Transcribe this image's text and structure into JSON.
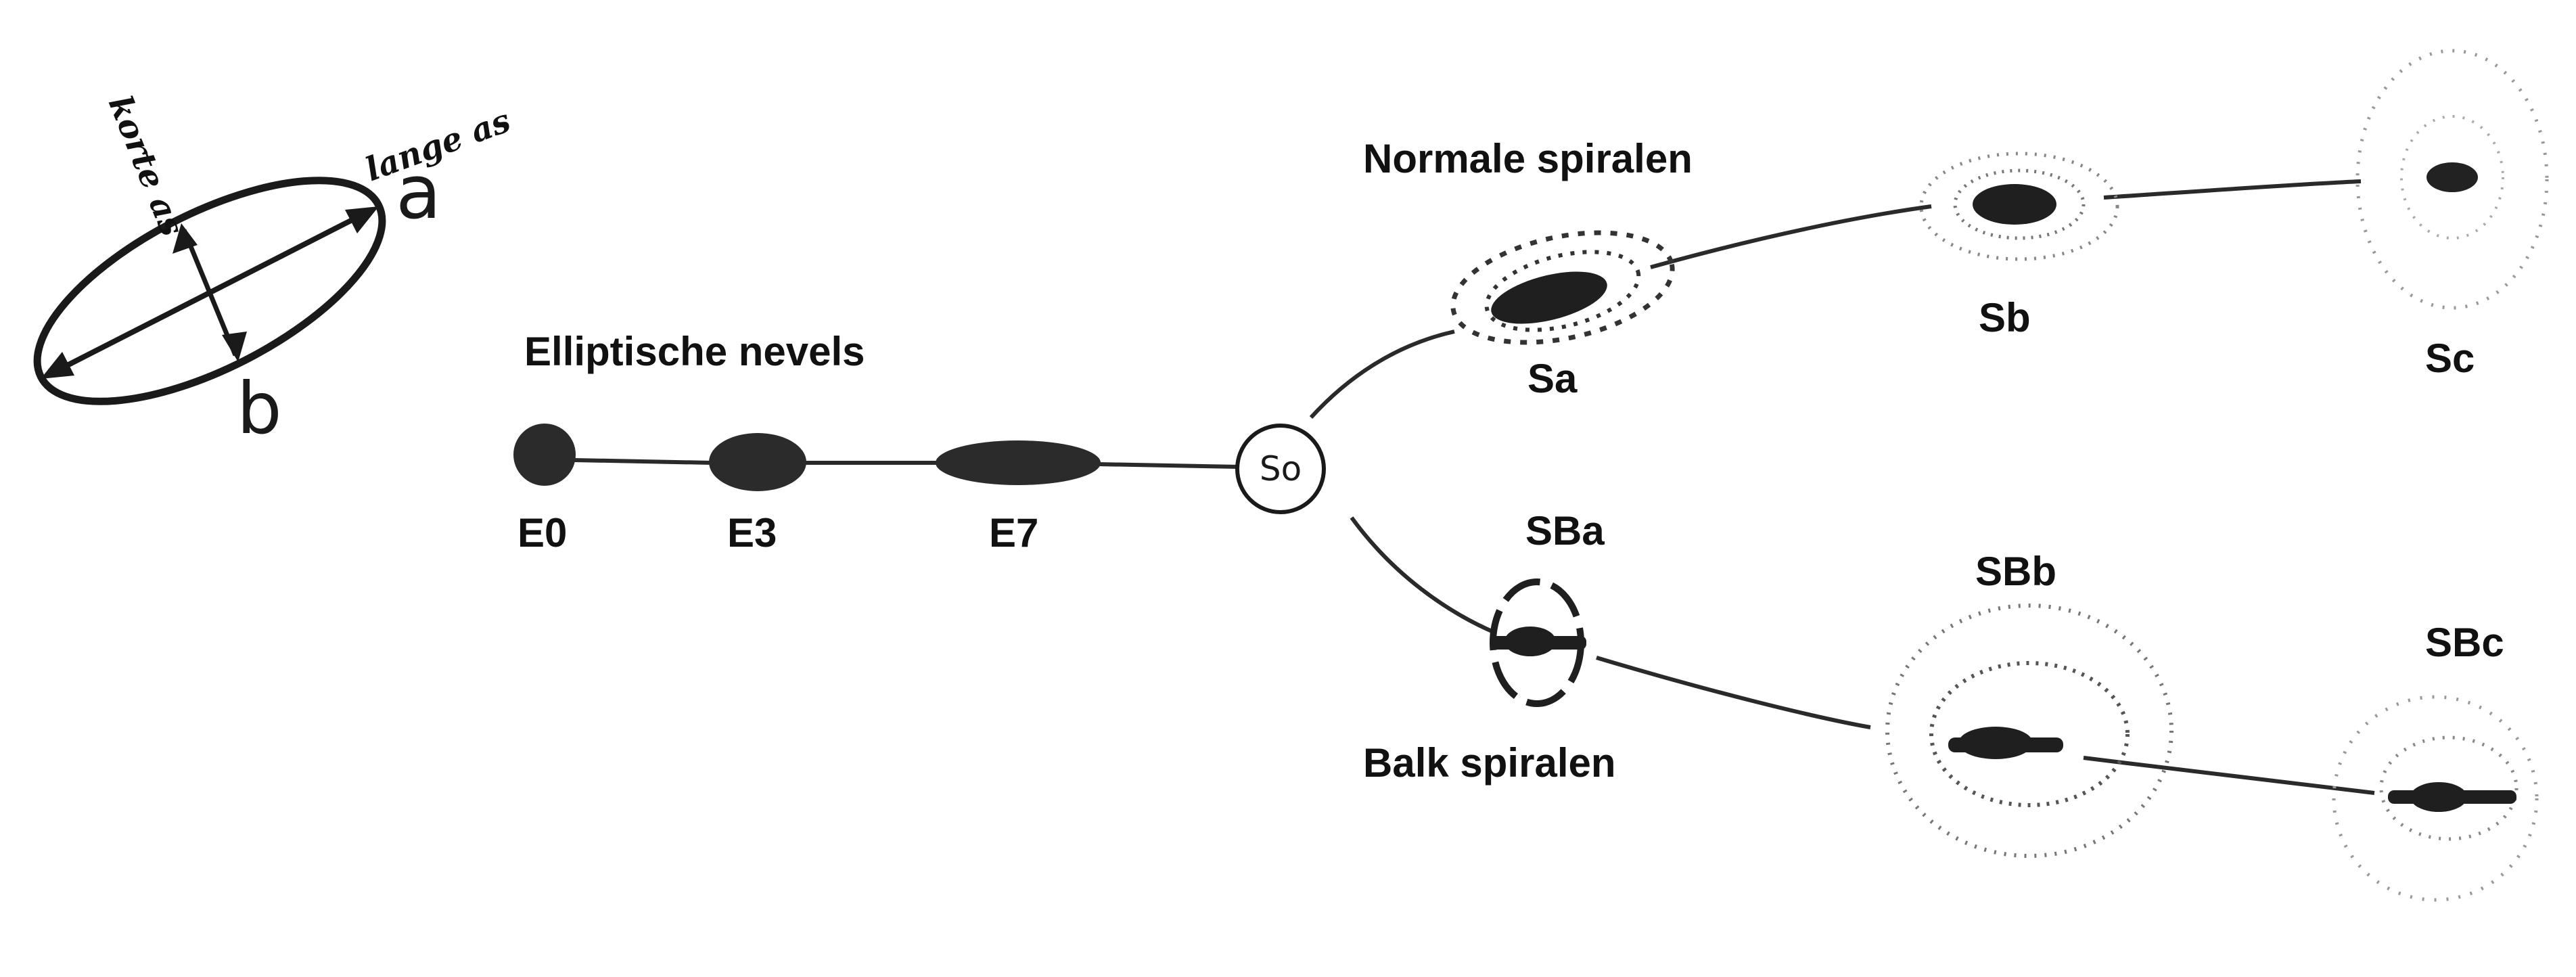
{
  "axis_legend": {
    "short_axis": "korte as",
    "long_axis": "lange as",
    "letter_a": "a",
    "letter_b": "b"
  },
  "groups": {
    "elliptical": "Elliptische nevels",
    "normal_spirals": "Normale spiralen",
    "barred_spirals": "Balk spiralen"
  },
  "types": {
    "e0": "E0",
    "e3": "E3",
    "e7": "E7",
    "so": "So",
    "sa": "Sa",
    "sb": "Sb",
    "sc": "Sc",
    "sba": "SBa",
    "sbb": "SBb",
    "sbc": "SBc"
  }
}
